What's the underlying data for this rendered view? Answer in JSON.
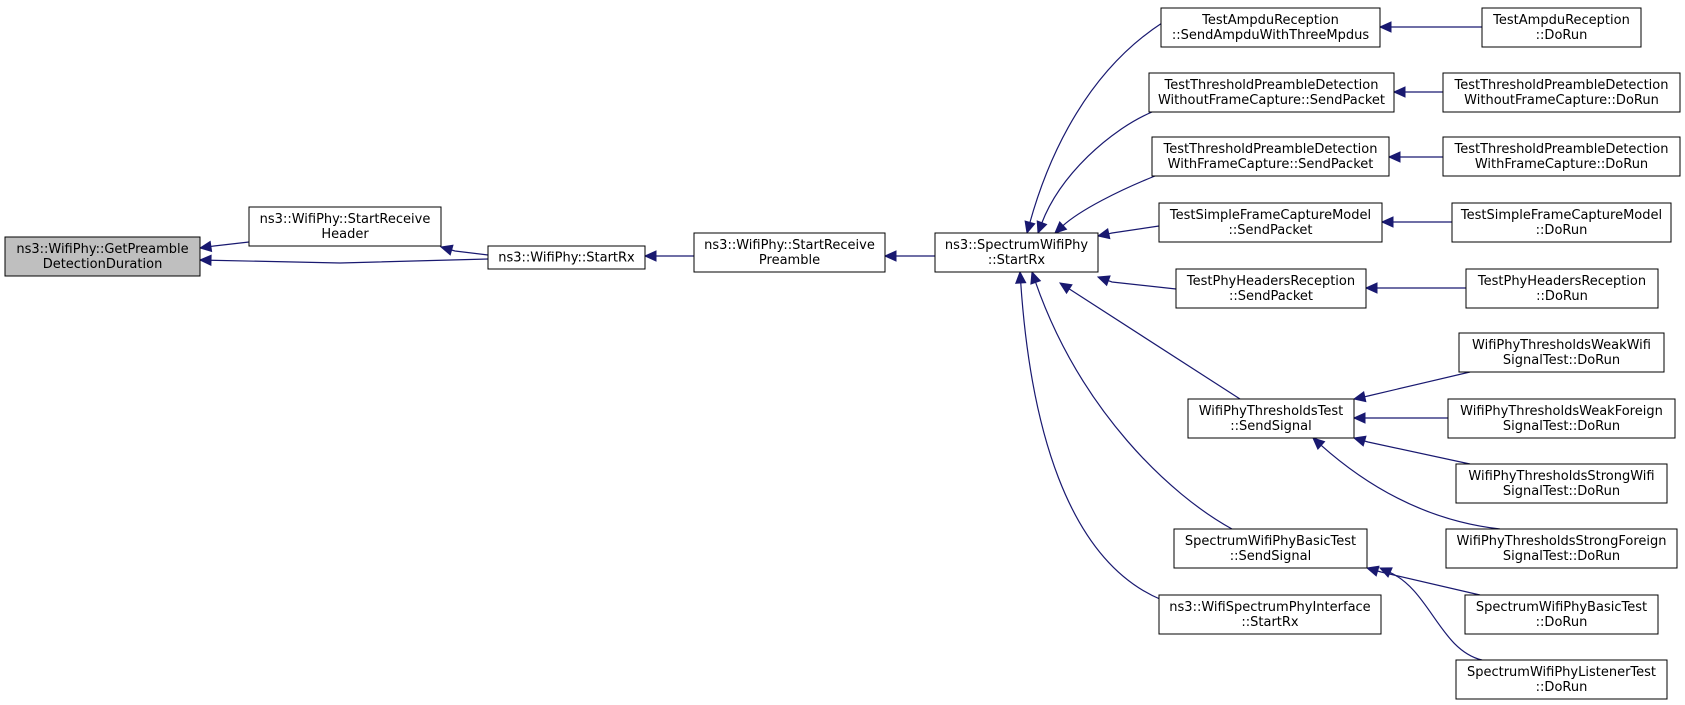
{
  "colors": {
    "edge": "#191970",
    "root_fill": "#bfbfbf",
    "node_fill": "#ffffff",
    "border": "#000000"
  },
  "nodes": [
    {
      "id": "n0",
      "lines": [
        "ns3::WifiPhy::GetPreamble",
        "DetectionDuration"
      ],
      "root": true
    },
    {
      "id": "n1",
      "lines": [
        "ns3::WifiPhy::StartReceive",
        "Header"
      ]
    },
    {
      "id": "n2",
      "lines": [
        "ns3::WifiPhy::StartRx"
      ]
    },
    {
      "id": "n3",
      "lines": [
        "ns3::WifiPhy::StartReceive",
        "Preamble"
      ]
    },
    {
      "id": "n4",
      "lines": [
        "ns3::SpectrumWifiPhy",
        "::StartRx"
      ]
    },
    {
      "id": "n5",
      "lines": [
        "TestAmpduReception",
        "::SendAmpduWithThreeMpdus"
      ]
    },
    {
      "id": "n6",
      "lines": [
        "TestThresholdPreambleDetection",
        "WithoutFrameCapture::SendPacket"
      ]
    },
    {
      "id": "n7",
      "lines": [
        "TestThresholdPreambleDetection",
        "WithFrameCapture::SendPacket"
      ]
    },
    {
      "id": "n8",
      "lines": [
        "TestSimpleFrameCaptureModel",
        "::SendPacket"
      ]
    },
    {
      "id": "n9",
      "lines": [
        "TestPhyHeadersReception",
        "::SendPacket"
      ]
    },
    {
      "id": "n10",
      "lines": [
        "WifiPhyThresholdsTest",
        "::SendSignal"
      ]
    },
    {
      "id": "n11",
      "lines": [
        "SpectrumWifiPhyBasicTest",
        "::SendSignal"
      ]
    },
    {
      "id": "n12",
      "lines": [
        "ns3::WifiSpectrumPhyInterface",
        "::StartRx"
      ]
    },
    {
      "id": "n13",
      "lines": [
        "TestAmpduReception",
        "::DoRun"
      ]
    },
    {
      "id": "n14",
      "lines": [
        "TestThresholdPreambleDetection",
        "WithoutFrameCapture::DoRun"
      ]
    },
    {
      "id": "n15",
      "lines": [
        "TestThresholdPreambleDetection",
        "WithFrameCapture::DoRun"
      ]
    },
    {
      "id": "n16",
      "lines": [
        "TestSimpleFrameCaptureModel",
        "::DoRun"
      ]
    },
    {
      "id": "n17",
      "lines": [
        "TestPhyHeadersReception",
        "::DoRun"
      ]
    },
    {
      "id": "n18",
      "lines": [
        "WifiPhyThresholdsWeakWifi",
        "SignalTest::DoRun"
      ]
    },
    {
      "id": "n19",
      "lines": [
        "WifiPhyThresholdsWeakForeign",
        "SignalTest::DoRun"
      ]
    },
    {
      "id": "n20",
      "lines": [
        "WifiPhyThresholdsStrongWifi",
        "SignalTest::DoRun"
      ]
    },
    {
      "id": "n21",
      "lines": [
        "WifiPhyThresholdsStrongForeign",
        "SignalTest::DoRun"
      ]
    },
    {
      "id": "n22",
      "lines": [
        "SpectrumWifiPhyBasicTest",
        "::DoRun"
      ]
    },
    {
      "id": "n23",
      "lines": [
        "SpectrumWifiPhyListenerTest",
        "::DoRun"
      ]
    }
  ],
  "edges": [
    {
      "from": "n1",
      "to": "n0"
    },
    {
      "from": "n2",
      "to": "n0"
    },
    {
      "from": "n2",
      "to": "n1"
    },
    {
      "from": "n3",
      "to": "n2"
    },
    {
      "from": "n4",
      "to": "n3"
    },
    {
      "from": "n5",
      "to": "n4"
    },
    {
      "from": "n6",
      "to": "n4"
    },
    {
      "from": "n7",
      "to": "n4"
    },
    {
      "from": "n8",
      "to": "n4"
    },
    {
      "from": "n9",
      "to": "n4"
    },
    {
      "from": "n10",
      "to": "n4"
    },
    {
      "from": "n11",
      "to": "n4"
    },
    {
      "from": "n12",
      "to": "n4"
    },
    {
      "from": "n13",
      "to": "n5"
    },
    {
      "from": "n14",
      "to": "n6"
    },
    {
      "from": "n15",
      "to": "n7"
    },
    {
      "from": "n16",
      "to": "n8"
    },
    {
      "from": "n17",
      "to": "n9"
    },
    {
      "from": "n18",
      "to": "n10"
    },
    {
      "from": "n19",
      "to": "n10"
    },
    {
      "from": "n20",
      "to": "n10"
    },
    {
      "from": "n21",
      "to": "n10"
    },
    {
      "from": "n22",
      "to": "n11"
    },
    {
      "from": "n23",
      "to": "n11"
    }
  ]
}
